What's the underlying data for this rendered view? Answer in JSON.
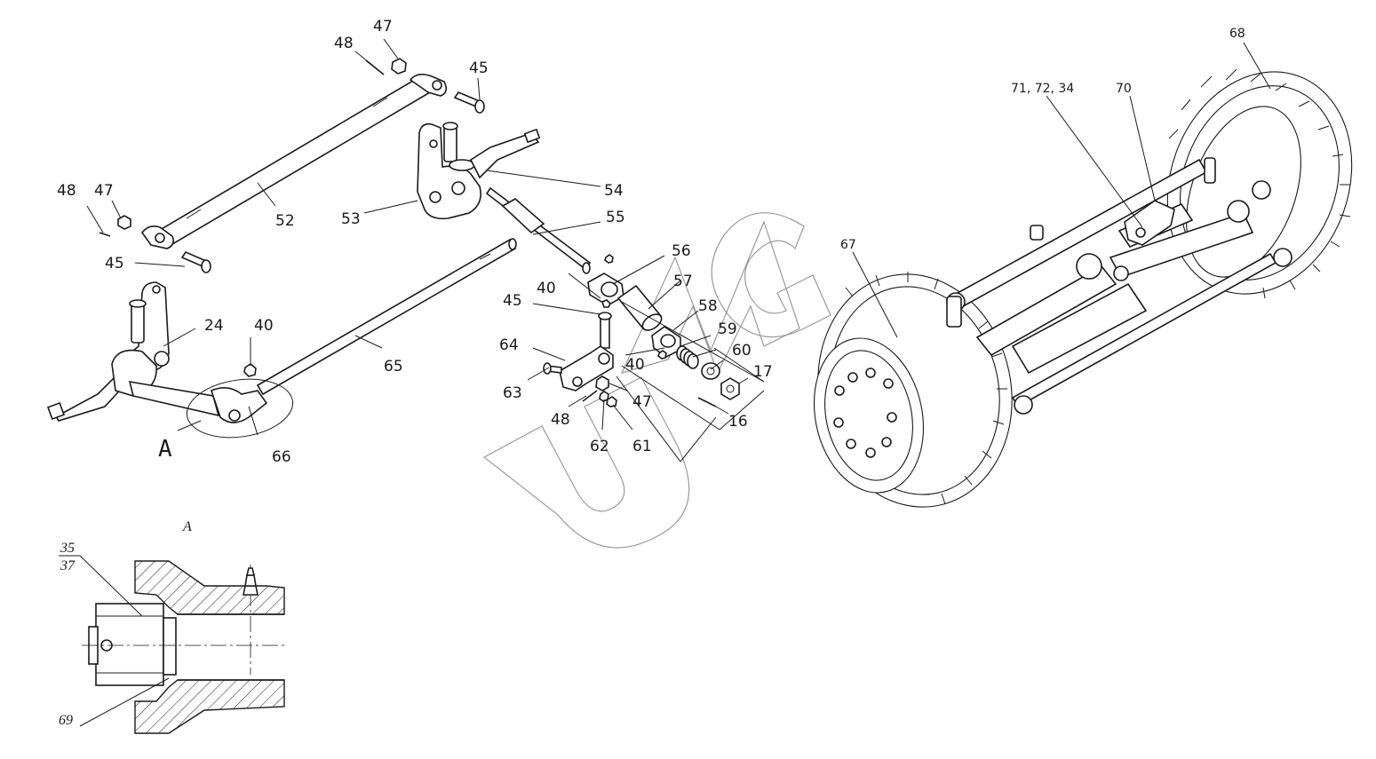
{
  "callouts": {
    "c47_top": "47",
    "c48_top": "48",
    "c45_top": "45",
    "c52": "52",
    "c53": "53",
    "c54": "54",
    "c55": "55",
    "c48_left": "48",
    "c47_left": "47",
    "c45_left": "45",
    "c24": "24",
    "c40_left": "40",
    "c65": "65",
    "c66": "66",
    "cA": "A",
    "c56": "56",
    "c40_mid": "40",
    "c57": "57",
    "c45_mid": "45",
    "c58": "58",
    "c59": "59",
    "c64": "64",
    "c60": "60",
    "c40_low": "40",
    "c17": "17",
    "c63": "63",
    "c47_low": "47",
    "c48_low": "48",
    "c16": "16",
    "c62": "62",
    "c61": "61",
    "c68": "68",
    "c71": "71, 72, 34",
    "c70": "70",
    "c67": "67"
  },
  "detail": {
    "title": "A",
    "c35": "35",
    "c37": "37",
    "c69": "69"
  },
  "watermark": "UMG",
  "colors": {
    "line": "#1a1a1a",
    "watermark": "#9a9a9a",
    "background": "#ffffff"
  }
}
